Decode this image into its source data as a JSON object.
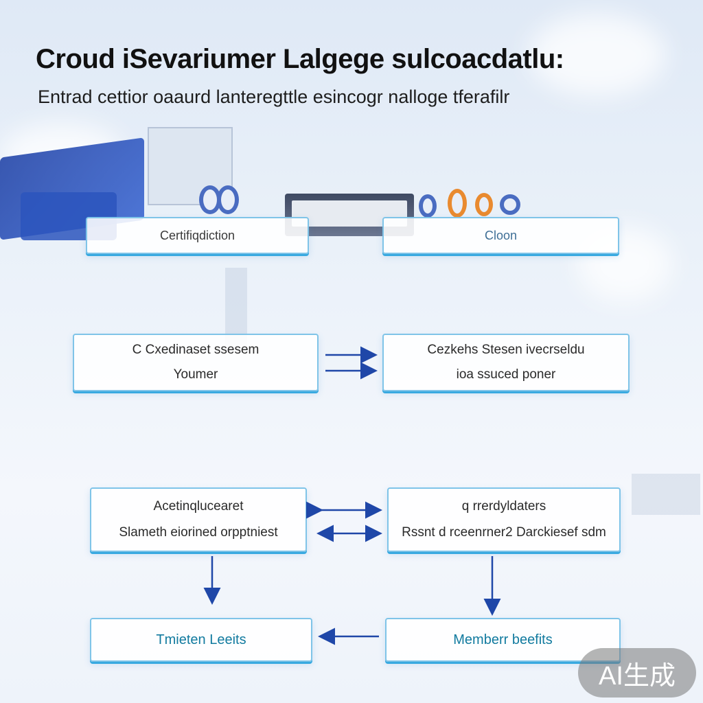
{
  "header": {
    "title": "Croud iSevariumer Lalgege sulcoacdatlu:",
    "subtitle": "Entrad cettior oaaurd lanteregttle esincogr nalloge tferafilr"
  },
  "top_row": {
    "left_label": "Certifiqdiction",
    "right_label": "Cloon"
  },
  "middle_row": {
    "left": {
      "line1": "C Cxedinaset ssesem",
      "line2": "Youmer"
    },
    "right": {
      "line1": "Cezkehs Stesen ivecrseldu",
      "line2": "ioa ssuced poner"
    }
  },
  "lower_row": {
    "left": {
      "line1": "Acetinqlucearet",
      "line2": "Slameth eiorined orpptniest"
    },
    "right": {
      "line1": "q rrerdyldaters",
      "line2": "Rssnt d rceenrner2 Darckiesef sdm"
    }
  },
  "bottom_row": {
    "left_label": "Tmieten Leeits",
    "right_label": "Memberr beefits"
  },
  "watermark": {
    "text": "AI生成"
  },
  "colors": {
    "accent": "#38a9e0",
    "arrow": "#1f47a8",
    "teal_text": "#117a9f"
  }
}
